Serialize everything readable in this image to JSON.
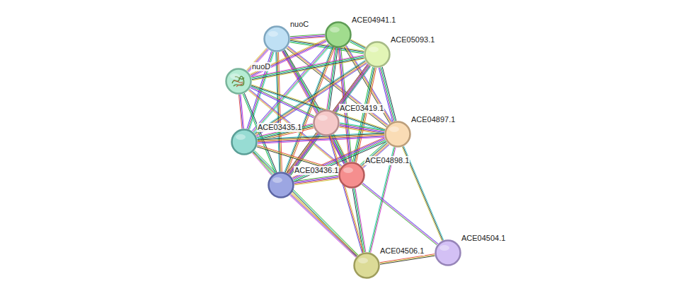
{
  "diagram": {
    "nodes": [
      {
        "text": [
          "nuoC"
        ]
      },
      {
        "text": [
          "ACE04941.1"
        ]
      },
      {
        "text": [
          "ACE05093.1"
        ]
      },
      {
        "text": [
          "nuoD"
        ]
      },
      {
        "text": [
          "ACE03419.1"
        ]
      },
      {
        "text": [
          "ACE04897.1"
        ]
      },
      {
        "text": [
          "ACE03435.1"
        ]
      },
      {
        "text": [
          "ACE03436.1"
        ]
      },
      {
        "text": [
          "ACE04898.1"
        ]
      },
      {
        "text": [
          "ACE04506.1"
        ]
      },
      {
        "text": [
          "ACE04504.1"
        ]
      }
    ],
    "edges": [
      {
        "from": 0,
        "to": 1,
        "arrow": "none"
      },
      {
        "from": 0,
        "to": 2,
        "arrow": "none"
      },
      {
        "from": 0,
        "to": 3,
        "arrow": "none"
      },
      {
        "from": 0,
        "to": 4,
        "arrow": "none"
      },
      {
        "from": 0,
        "to": 5,
        "arrow": "none"
      },
      {
        "from": 0,
        "to": 6,
        "arrow": "none"
      },
      {
        "from": 0,
        "to": 7,
        "arrow": "none"
      },
      {
        "from": 0,
        "to": 8,
        "arrow": "none"
      },
      {
        "from": 1,
        "to": 2,
        "arrow": "none"
      },
      {
        "from": 1,
        "to": 3,
        "arrow": "none"
      },
      {
        "from": 1,
        "to": 4,
        "arrow": "none"
      },
      {
        "from": 1,
        "to": 5,
        "arrow": "none"
      },
      {
        "from": 1,
        "to": 6,
        "arrow": "none"
      },
      {
        "from": 1,
        "to": 7,
        "arrow": "none"
      },
      {
        "from": 1,
        "to": 8,
        "arrow": "none"
      },
      {
        "from": 2,
        "to": 3,
        "arrow": "none"
      },
      {
        "from": 2,
        "to": 4,
        "arrow": "none"
      },
      {
        "from": 2,
        "to": 5,
        "arrow": "none"
      },
      {
        "from": 2,
        "to": 6,
        "arrow": "none"
      },
      {
        "from": 2,
        "to": 7,
        "arrow": "none"
      },
      {
        "from": 2,
        "to": 8,
        "arrow": "none"
      },
      {
        "from": 3,
        "to": 4,
        "arrow": "none"
      },
      {
        "from": 3,
        "to": 5,
        "arrow": "none"
      },
      {
        "from": 3,
        "to": 6,
        "arrow": "none"
      },
      {
        "from": 3,
        "to": 7,
        "arrow": "none"
      },
      {
        "from": 3,
        "to": 8,
        "arrow": "none"
      },
      {
        "from": 4,
        "to": 5,
        "arrow": "none"
      },
      {
        "from": 4,
        "to": 6,
        "arrow": "none"
      },
      {
        "from": 4,
        "to": 7,
        "arrow": "none"
      },
      {
        "from": 4,
        "to": 8,
        "arrow": "none"
      },
      {
        "from": 5,
        "to": 6,
        "arrow": "none"
      },
      {
        "from": 5,
        "to": 7,
        "arrow": "none"
      },
      {
        "from": 5,
        "to": 8,
        "arrow": "none"
      },
      {
        "from": 6,
        "to": 7,
        "arrow": "none"
      },
      {
        "from": 6,
        "to": 8,
        "arrow": "none"
      },
      {
        "from": 7,
        "to": 8,
        "arrow": "none"
      },
      {
        "from": 9,
        "to": 6,
        "arrow": "none"
      },
      {
        "from": 9,
        "to": 7,
        "arrow": "none"
      },
      {
        "from": 9,
        "to": 8,
        "arrow": "none"
      },
      {
        "from": 9,
        "to": 4,
        "arrow": "none"
      },
      {
        "from": 9,
        "to": 5,
        "arrow": "none"
      },
      {
        "from": 9,
        "to": 10,
        "arrow": "none"
      },
      {
        "from": 10,
        "to": 8,
        "arrow": "none"
      },
      {
        "from": 10,
        "to": 5,
        "arrow": "none"
      }
    ]
  }
}
